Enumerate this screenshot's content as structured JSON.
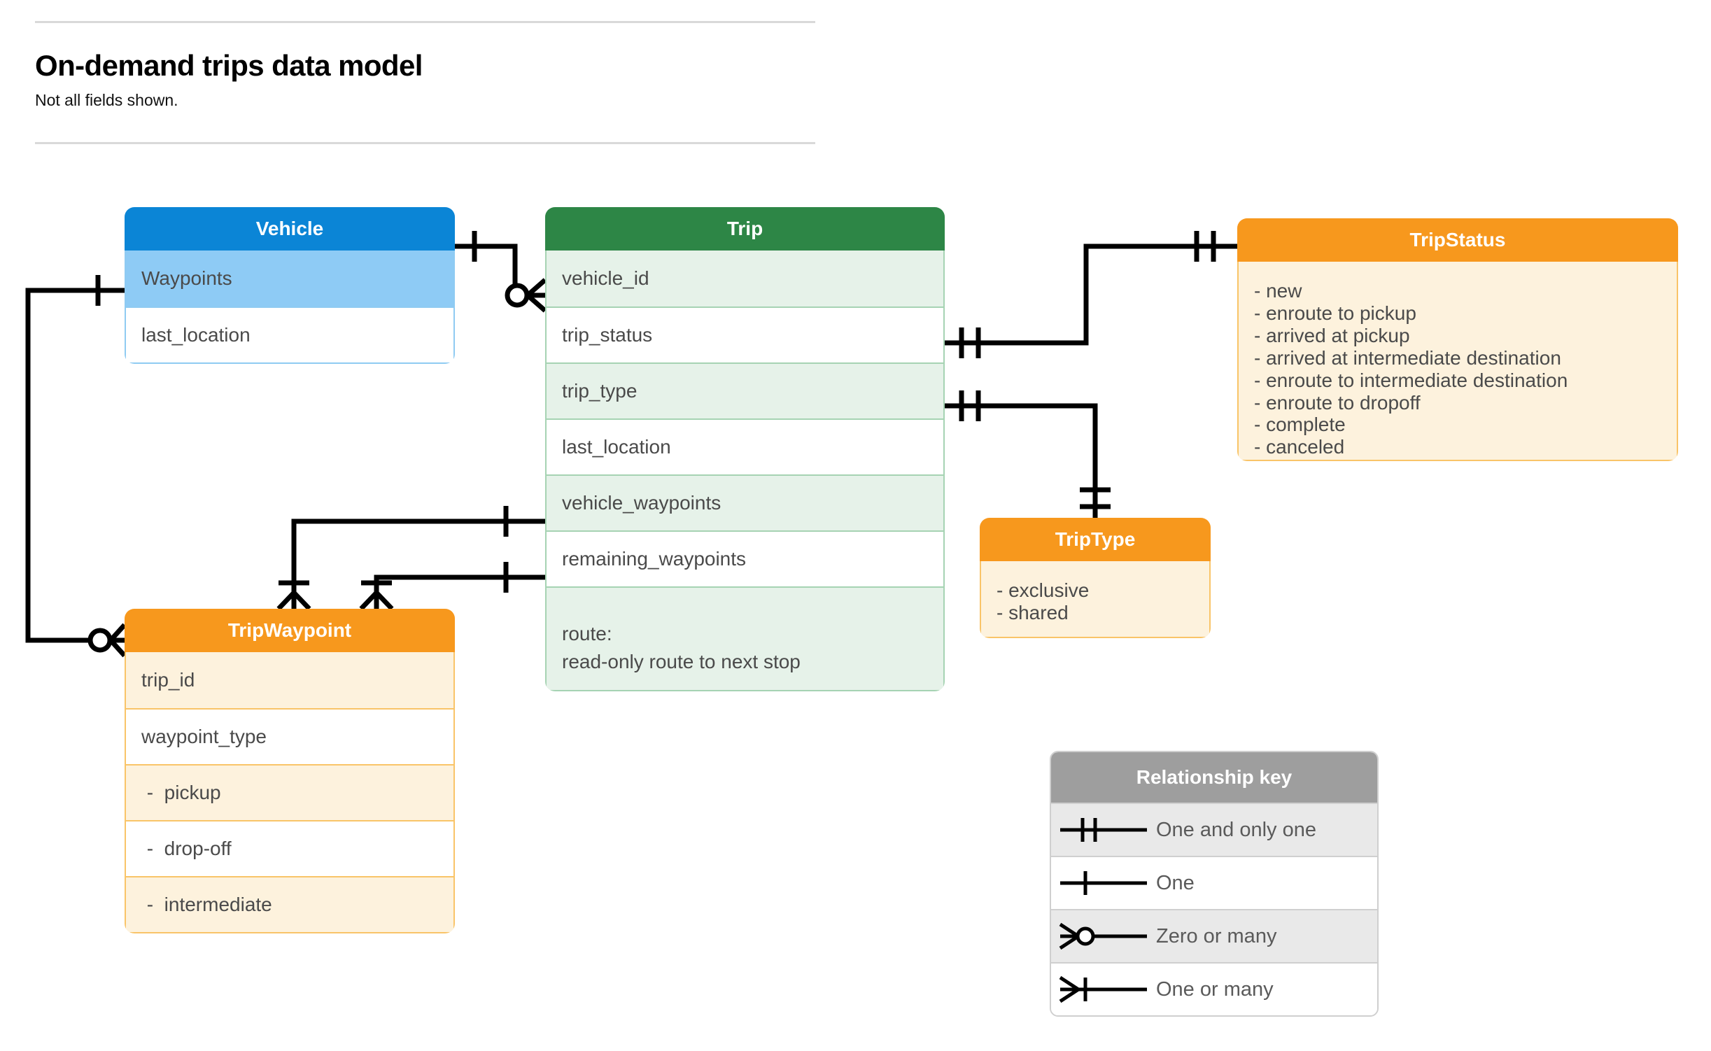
{
  "header": {
    "title": "On-demand trips data model",
    "subtitle": "Not all fields shown."
  },
  "entities": {
    "vehicle": {
      "name": "Vehicle",
      "color": "#0b85d6",
      "fields": [
        {
          "label": "Waypoints"
        },
        {
          "label": "last_location"
        }
      ]
    },
    "trip": {
      "name": "Trip",
      "color": "#2d8646",
      "fields": [
        {
          "label": "vehicle_id"
        },
        {
          "label": "trip_status"
        },
        {
          "label": "trip_type"
        },
        {
          "label": "last_location"
        },
        {
          "label": "vehicle_waypoints"
        },
        {
          "label": "remaining_waypoints"
        },
        {
          "label": "route:\nread-only route to next stop"
        }
      ]
    },
    "trip_waypoint": {
      "name": "TripWaypoint",
      "color": "#f7981d",
      "fields": [
        {
          "label": "trip_id"
        },
        {
          "label": "waypoint_type"
        },
        {
          "label": " -  pickup"
        },
        {
          "label": " -  drop-off"
        },
        {
          "label": " -  intermediate"
        }
      ]
    },
    "trip_status": {
      "name": "TripStatus",
      "color": "#f7981d",
      "values": [
        "- new",
        "- enroute to pickup",
        "- arrived at pickup",
        "- arrived at intermediate destination",
        "- enroute to intermediate destination",
        "- enroute to dropoff",
        "- complete",
        "- canceled"
      ]
    },
    "trip_type": {
      "name": "TripType",
      "color": "#f7981d",
      "values": [
        "- exclusive",
        "- shared"
      ]
    }
  },
  "relationship_key": {
    "title": "Relationship key",
    "rows": [
      {
        "symbol": "one-and-only-one",
        "label": "One and only one"
      },
      {
        "symbol": "one",
        "label": "One"
      },
      {
        "symbol": "zero-or-many",
        "label": "Zero or many"
      },
      {
        "symbol": "one-or-many",
        "label": "One or many"
      }
    ]
  },
  "relationships": [
    {
      "from": "Vehicle",
      "from_cardinality": "one",
      "to": "Trip.vehicle_id",
      "to_cardinality": "zero-or-many"
    },
    {
      "from": "Vehicle.Waypoints",
      "from_cardinality": "one",
      "to": "TripWaypoint",
      "to_cardinality": "zero-or-many"
    },
    {
      "from": "Trip.trip_status",
      "from_cardinality": "one-and-only-one",
      "to": "TripStatus",
      "to_cardinality": "one-and-only-one"
    },
    {
      "from": "Trip.trip_type",
      "from_cardinality": "one-and-only-one",
      "to": "TripType",
      "to_cardinality": "one-and-only-one"
    },
    {
      "from": "Trip.vehicle_waypoints",
      "from_cardinality": "one",
      "to": "TripWaypoint",
      "to_cardinality": "one-or-many"
    },
    {
      "from": "Trip.remaining_waypoints",
      "from_cardinality": "one",
      "to": "TripWaypoint",
      "to_cardinality": "one-or-many"
    }
  ]
}
